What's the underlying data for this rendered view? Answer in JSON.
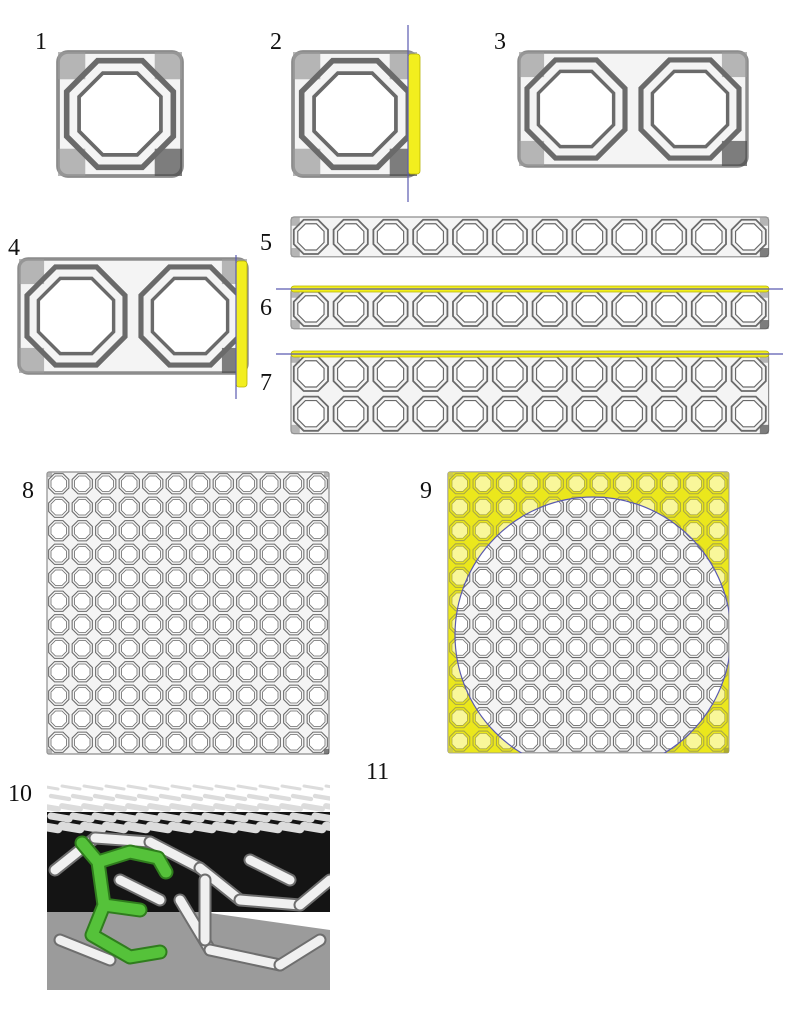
{
  "labels": [
    "1",
    "2",
    "3",
    "4",
    "5",
    "6",
    "7",
    "8",
    "9",
    "10",
    "11"
  ],
  "colors": {
    "tube_fill": "#f4f4f4",
    "tube_stroke": "#6a6a6a",
    "frame": "#8c8c8c",
    "highlight": "#f2ee1e",
    "cut_line": "#5a5ab0",
    "green": "#55c23a",
    "floor": "#9b9b9b"
  }
}
